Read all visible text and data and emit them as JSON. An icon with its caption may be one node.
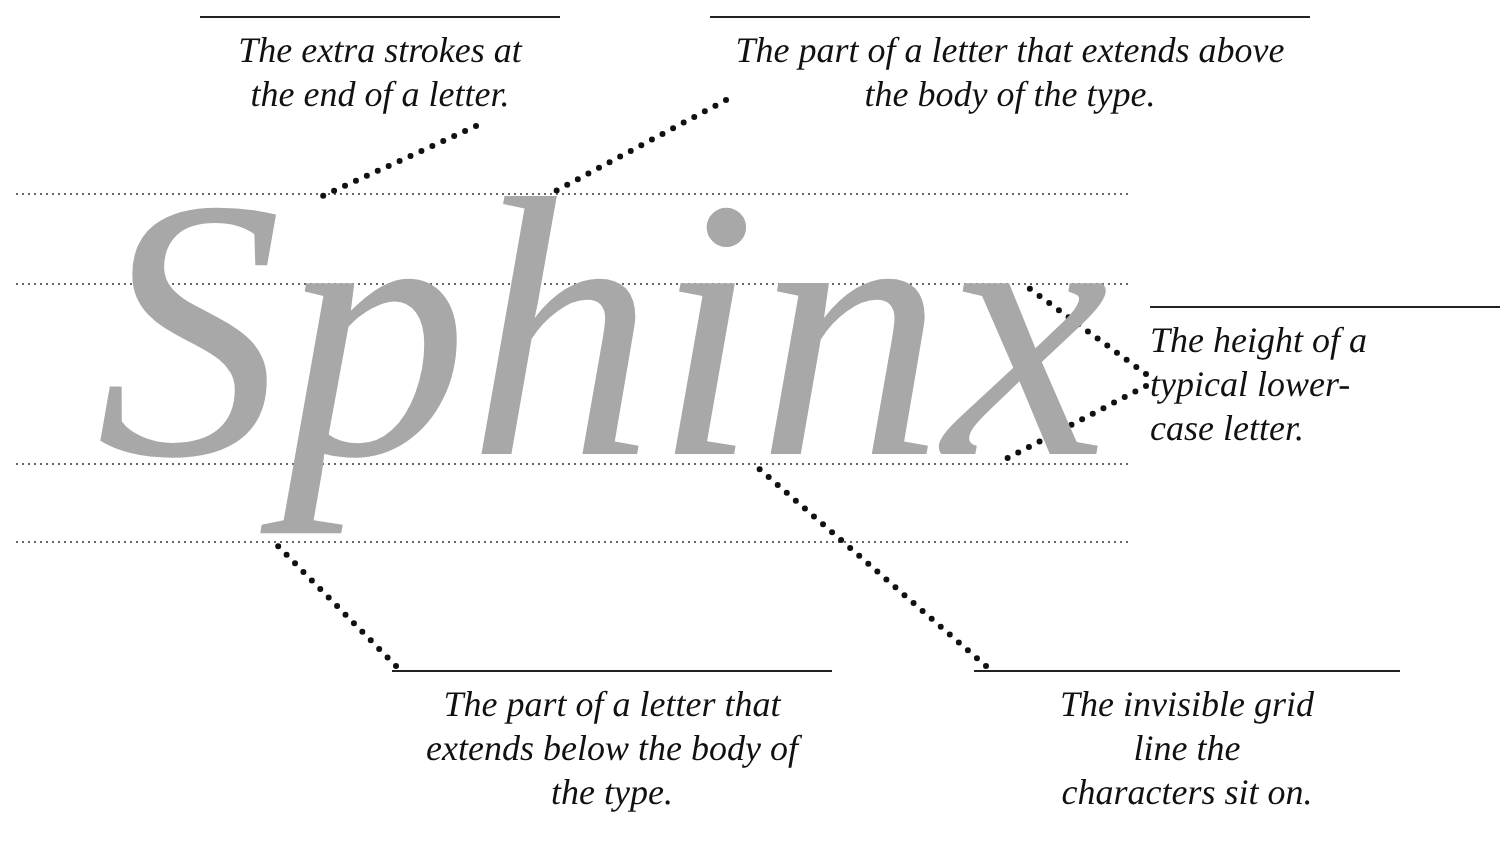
{
  "diagram": {
    "nodes": [
      {
        "text": [
          "The extra strokes at the end of a letter."
        ]
      },
      {
        "text": [
          "The part of a letter that extends above the body of the type."
        ]
      },
      {
        "text": [
          "The height of a typical lower-case letter."
        ]
      },
      {
        "text": [
          "The part of a letter that extends below the body of the type."
        ]
      },
      {
        "text": [
          "The invisible grid line the characters sit on."
        ]
      },
      {
        "text": [
          "Sphinx"
        ]
      }
    ],
    "edges": [
      {
        "from": 0,
        "to": 5,
        "arrow": "none"
      },
      {
        "from": 1,
        "to": 5,
        "arrow": "none"
      },
      {
        "from": 2,
        "to": 5,
        "arrow": "none"
      },
      {
        "from": 2,
        "to": 5,
        "arrow": "none"
      },
      {
        "from": 3,
        "to": 5,
        "arrow": "none"
      },
      {
        "from": 4,
        "to": 5,
        "arrow": "none"
      }
    ]
  }
}
